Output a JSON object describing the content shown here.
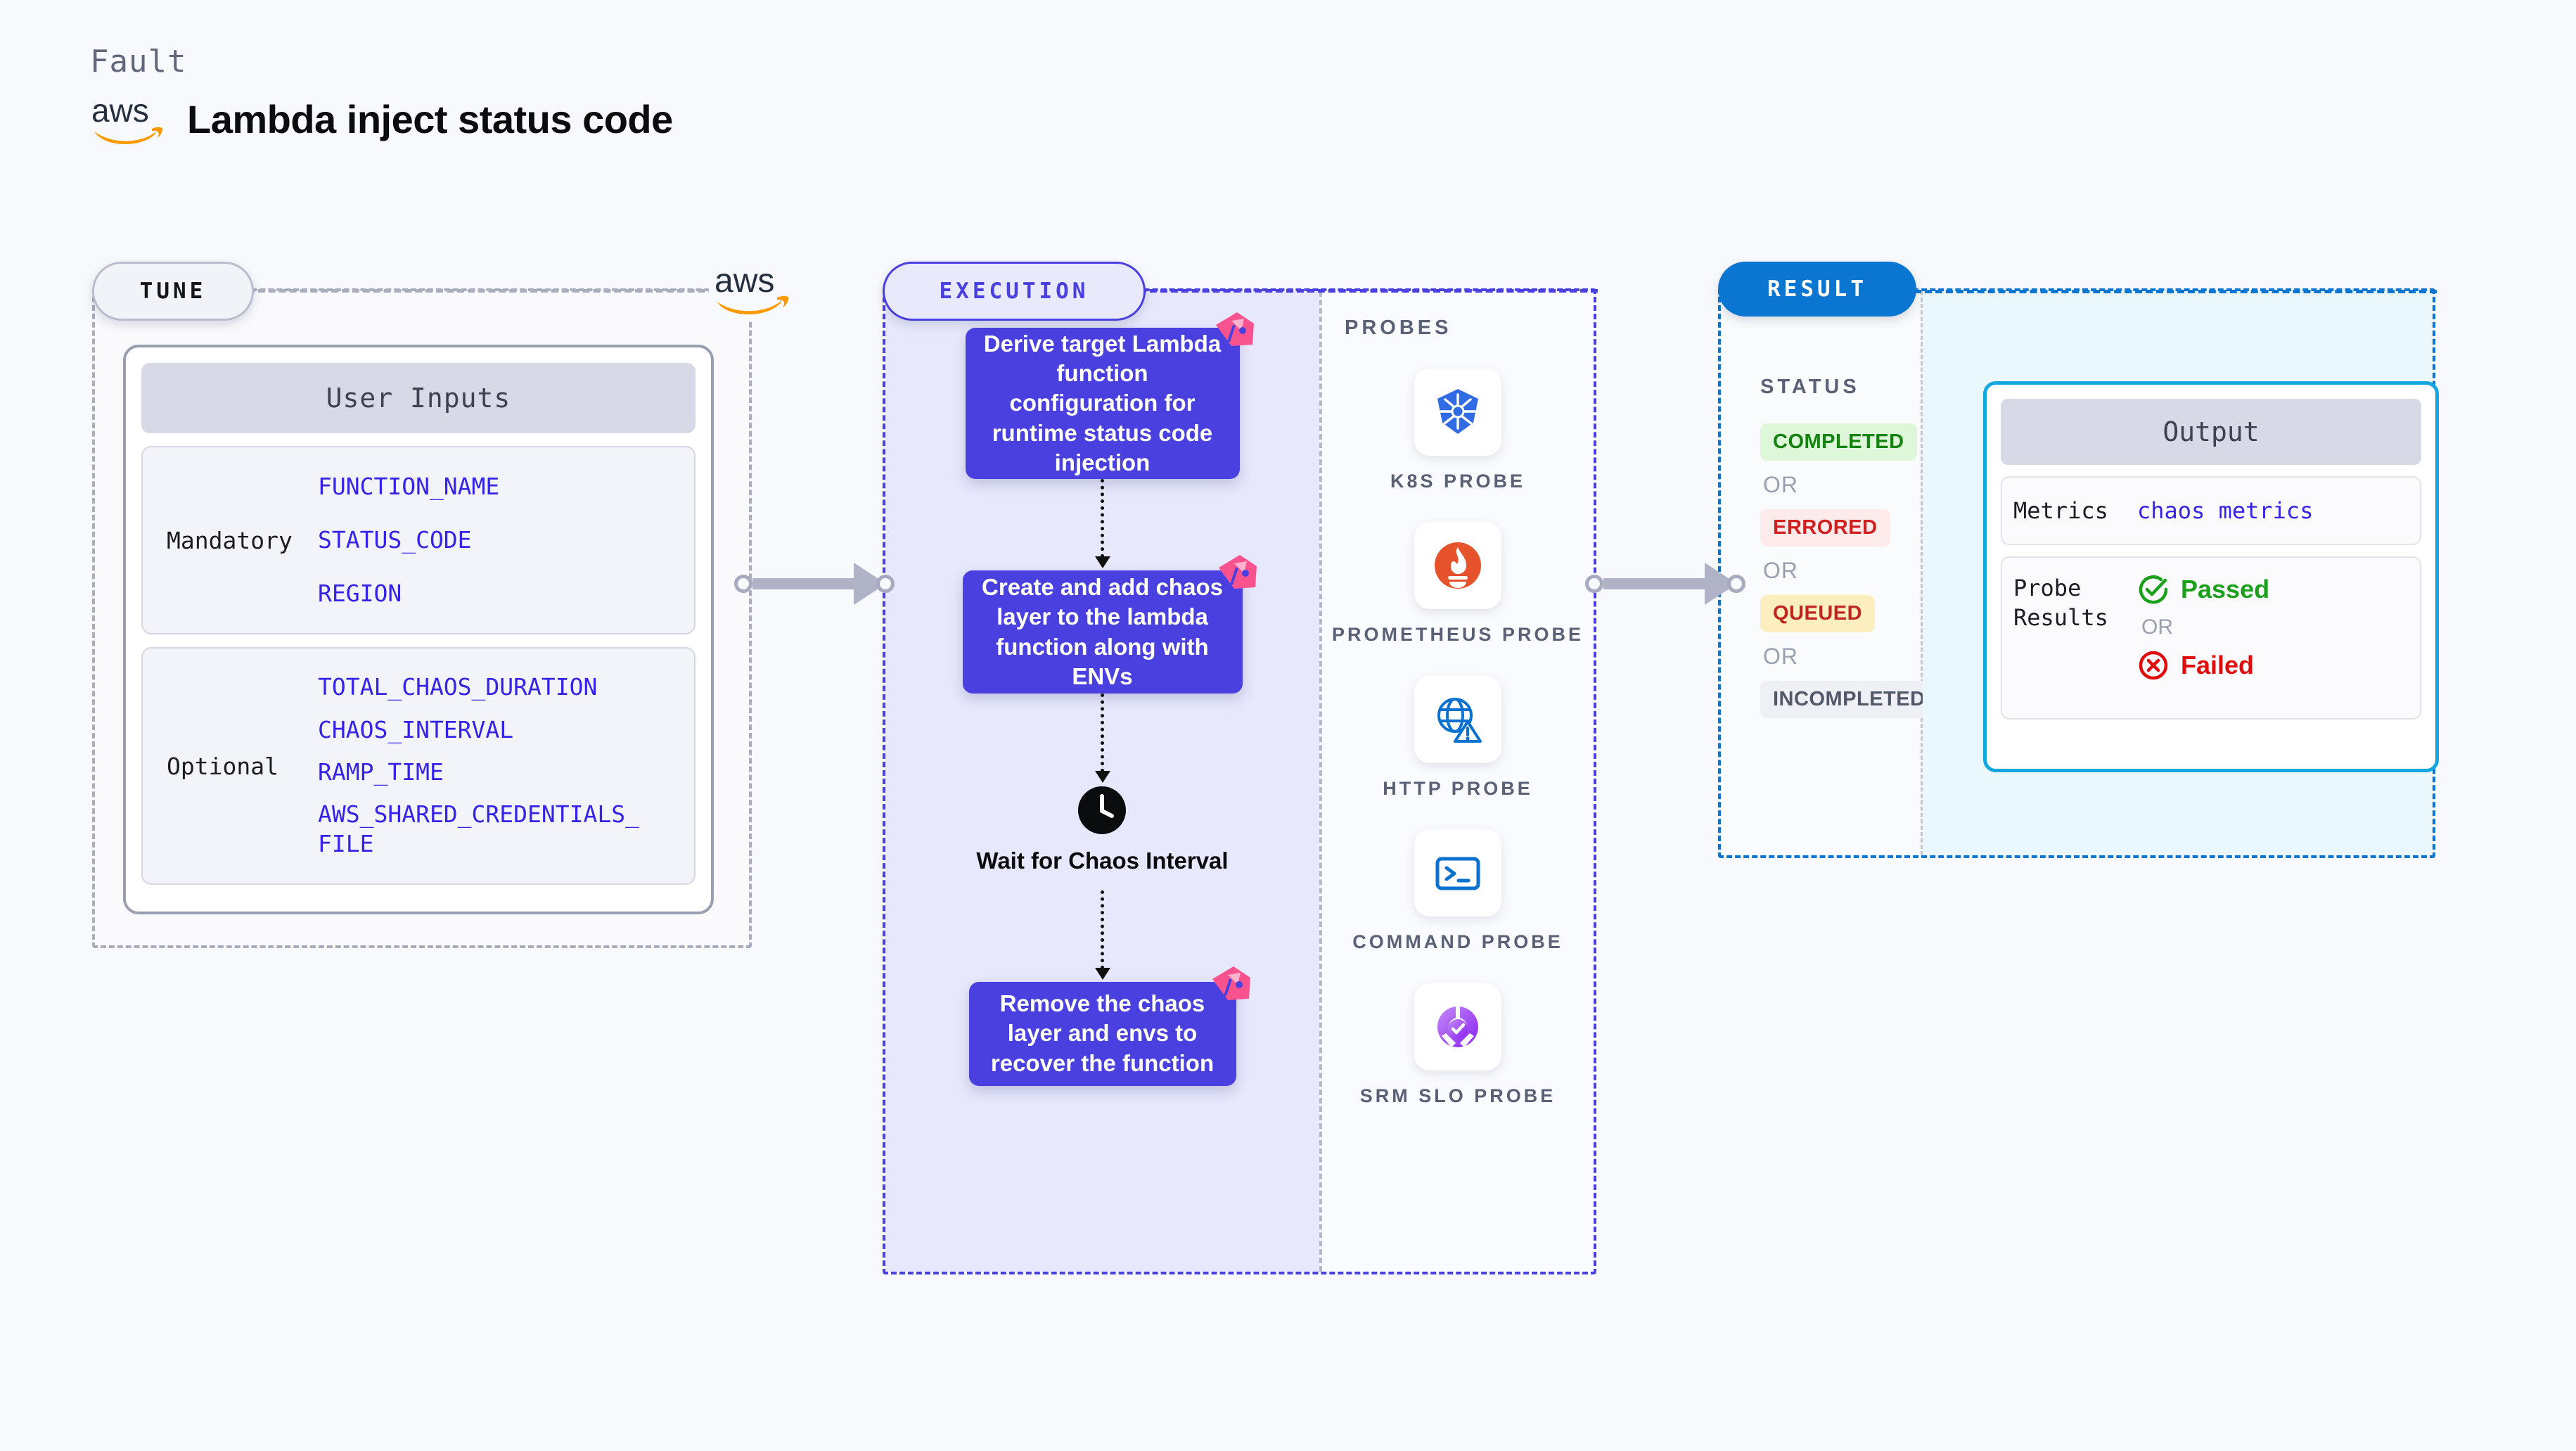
{
  "header": {
    "kicker": "Fault",
    "title": "Lambda inject status code",
    "logo_icon": "aws-logo"
  },
  "tune": {
    "tag": "TUNE",
    "provider_logo_icon": "aws-logo",
    "card_title": "User Inputs",
    "groups": [
      {
        "label": "Mandatory",
        "params": [
          "FUNCTION_NAME",
          "STATUS_CODE",
          "REGION"
        ]
      },
      {
        "label": "Optional",
        "params": [
          "TOTAL_CHAOS_DURATION",
          "CHAOS_INTERVAL",
          "RAMP_TIME",
          "AWS_SHARED_CREDENTIALS_FILE"
        ]
      }
    ]
  },
  "execution": {
    "tag": "EXECUTION",
    "steps": [
      {
        "text": "Derive target Lambda function configuration for runtime status code injection",
        "badge_icon": "chaos-badge-icon"
      },
      {
        "text": "Create and add chaos layer to the lambda function along with ENVs",
        "badge_icon": "chaos-badge-icon"
      },
      {
        "text": "Wait for Chaos Interval",
        "icon": "clock-icon"
      },
      {
        "text": "Remove the chaos layer and envs to recover the function",
        "badge_icon": "chaos-badge-icon"
      }
    ]
  },
  "probes": {
    "title": "PROBES",
    "items": [
      {
        "name": "K8S PROBE",
        "icon": "kubernetes-icon"
      },
      {
        "name": "PROMETHEUS PROBE",
        "icon": "prometheus-icon"
      },
      {
        "name": "HTTP PROBE",
        "icon": "http-globe-warning-icon"
      },
      {
        "name": "COMMAND PROBE",
        "icon": "terminal-icon"
      },
      {
        "name": "SRM SLO PROBE",
        "icon": "srm-slo-icon"
      }
    ]
  },
  "result": {
    "tag": "RESULT",
    "status_title": "STATUS",
    "or_text": "OR",
    "statuses": [
      {
        "label": "COMPLETED",
        "bg": "#ddf7d8",
        "fg": "#14820f"
      },
      {
        "label": "ERRORED",
        "bg": "#fdeaea",
        "fg": "#d11f1f"
      },
      {
        "label": "QUEUED",
        "bg": "#fdeec0",
        "fg": "#c0261e"
      },
      {
        "label": "INCOMPLETED",
        "bg": "#eef0f6",
        "fg": "#525868"
      }
    ],
    "output": {
      "title": "Output",
      "metrics_label": "Metrics",
      "metrics_value": "chaos metrics",
      "probe_results_label": "Probe Results",
      "passed_label": "Passed",
      "failed_label": "Failed",
      "or_text": "OR",
      "passed_icon": "check-circle-icon",
      "failed_icon": "x-circle-icon",
      "passed_color": "#1aa01a",
      "failed_color": "#e00b0b"
    }
  },
  "colors": {
    "tune_border": "#a9adbd",
    "execution_border": "#4a40df",
    "result_border": "#0b76d1",
    "step_fill": "#4a40df",
    "badge_pink": "#f9538f",
    "output_border": "#14a6e0"
  }
}
